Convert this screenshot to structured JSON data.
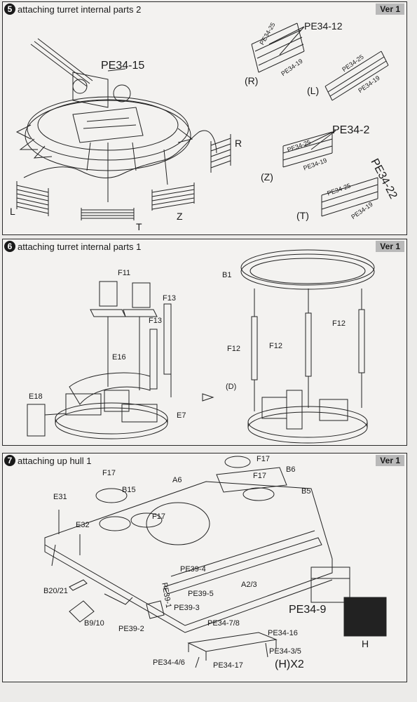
{
  "steps": [
    {
      "number": "5",
      "title": "attaching turret internal  parts 2",
      "version": "Ver 1"
    },
    {
      "number": "6",
      "title": "attaching turret internal  parts 1",
      "version": "Ver 1"
    },
    {
      "number": "7",
      "title": "attaching up hull 1",
      "version": "Ver 1"
    }
  ],
  "step5_labels": {
    "pe34_15": "PE34-15",
    "pe34_12": "PE34-12",
    "pe34_25": "PE34-25",
    "pe34_19": "PE34-19",
    "pe34_2": "PE34-2",
    "pe34_22": "PE34-22",
    "r_paren": "(R)",
    "l_paren": "(L)",
    "z_paren": "(Z)",
    "t_paren": "(T)",
    "r": "R",
    "l": "L",
    "z": "Z",
    "t": "T"
  },
  "step6_labels": {
    "f11": "F11",
    "f13a": "F13",
    "f13b": "F13",
    "e16": "E16",
    "e18": "E18",
    "e7": "E7",
    "b1": "B1",
    "f12a": "F12",
    "f12b": "F12",
    "f12c": "F12",
    "d": "(D)"
  },
  "step7_labels": {
    "f17a": "F17",
    "f17b": "F17",
    "f17c": "F17",
    "f17d": "F17",
    "b6": "B6",
    "b5": "B5",
    "b15": "B15",
    "a6": "A6",
    "e31": "E31",
    "e32": "E32",
    "pe39_4": "PE39-4",
    "pe39_5": "PE39-5",
    "pe39_3": "PE39-3",
    "pe39_2": "PE39-2",
    "pe39_1": "PE39-1",
    "a2_3": "A2/3",
    "b20_21": "B20/21",
    "b9_10": "B9/10",
    "pe34_9": "PE34-9",
    "h": "H",
    "pe34_7_8": "PE34-7/8",
    "pe34_16": "PE34-16",
    "pe34_3_5": "PE34-3/5",
    "pe34_4_6": "PE34-4/6",
    "pe34_17": "PE34-17",
    "hx2": "(H)X2"
  }
}
